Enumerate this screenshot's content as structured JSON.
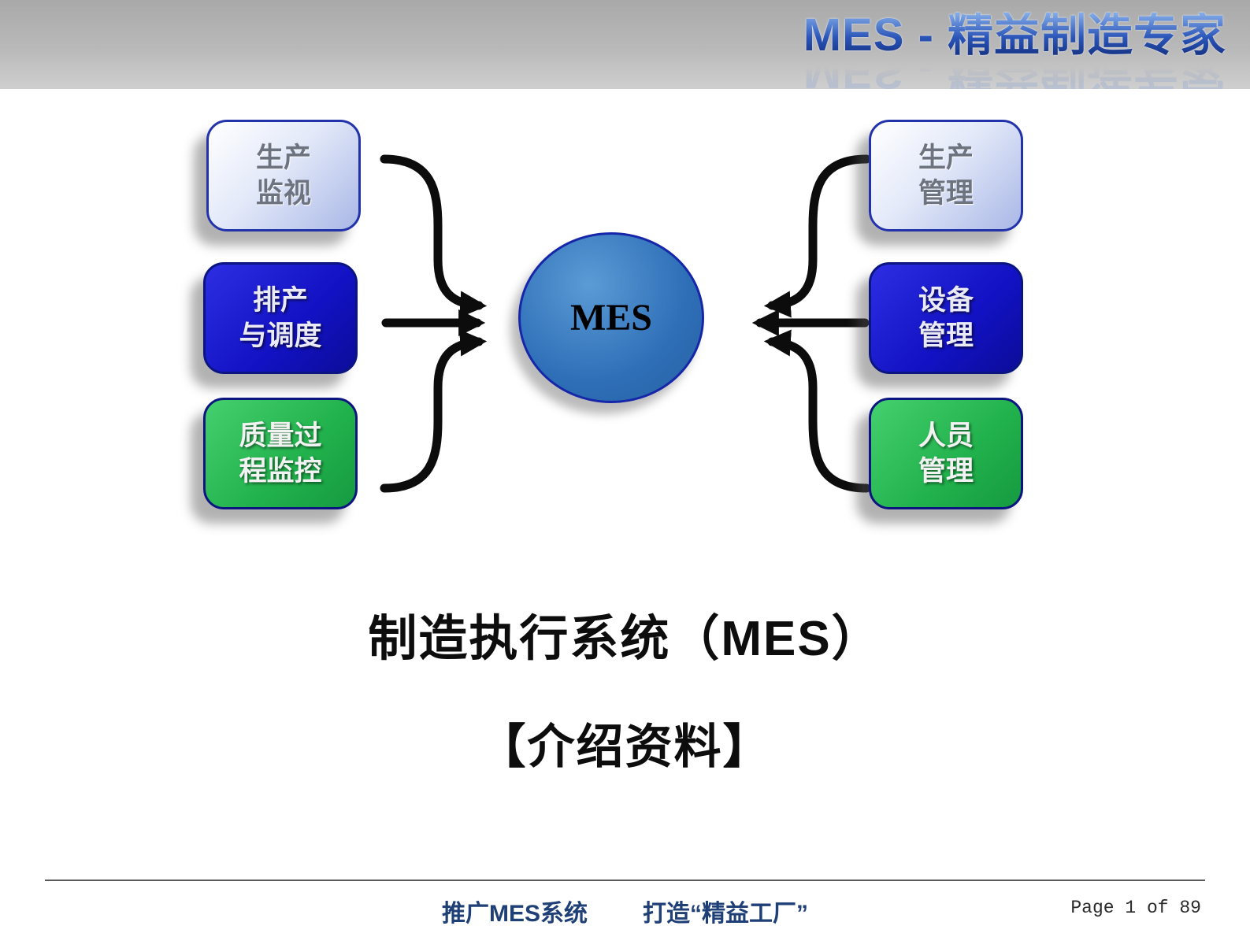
{
  "header": {
    "logo": "MES - 精益制造专家"
  },
  "diagram": {
    "center": {
      "label": "MES"
    },
    "left": [
      {
        "label": "生产\n监视",
        "variant": "light"
      },
      {
        "label": "排产\n与调度",
        "variant": "blue"
      },
      {
        "label": "质量过\n程监控",
        "variant": "green"
      }
    ],
    "right": [
      {
        "label": "生产\n管理",
        "variant": "light"
      },
      {
        "label": "设备\n管理",
        "variant": "blue"
      },
      {
        "label": "人员\n管理",
        "variant": "green"
      }
    ]
  },
  "titles": {
    "main": "制造执行系统（MES）",
    "sub": "【介绍资料】"
  },
  "footer": {
    "slogan_left": "推广MES系统",
    "slogan_right": "打造“精益工厂”",
    "page": "Page 1 of 89"
  },
  "colors": {
    "box_light": "#c9d4f2",
    "box_blue": "#1212c4",
    "box_green": "#21b14c",
    "ellipse_blue": "#2e6fb8",
    "logo_blue": "#2a55b8",
    "footer_blue": "#1f3f77"
  }
}
